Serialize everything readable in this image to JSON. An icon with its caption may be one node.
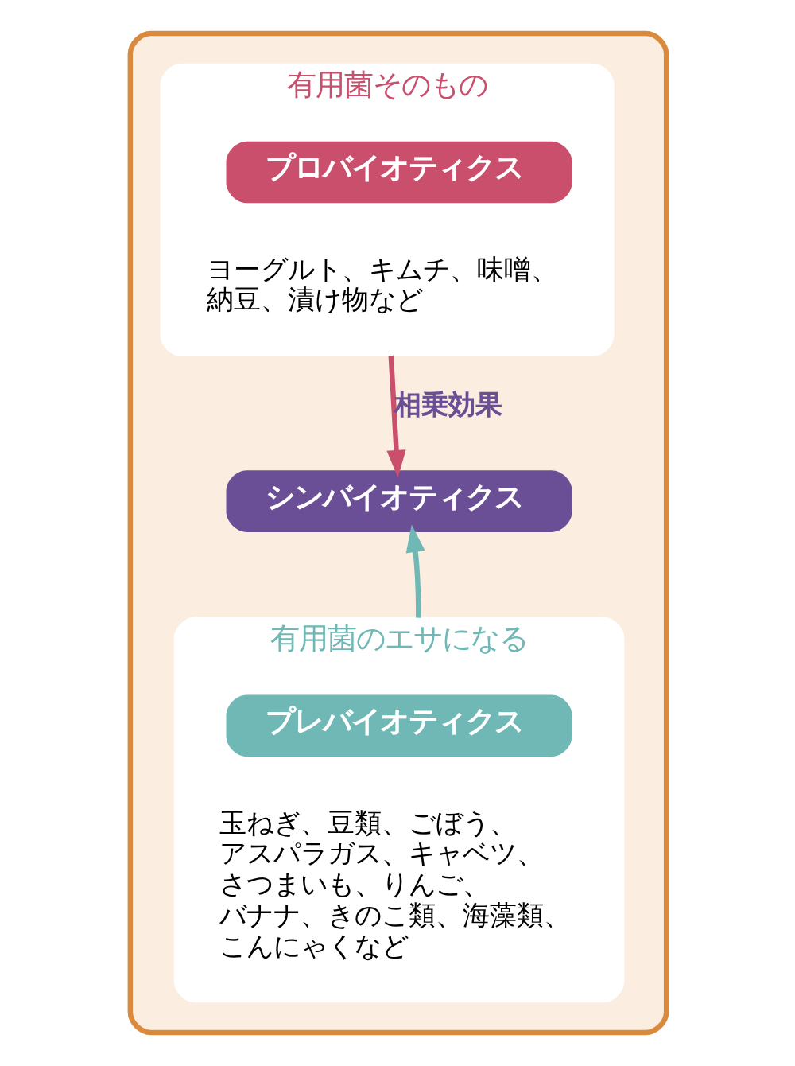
{
  "diagram": {
    "nodes": [
      {
        "text": [],
        "shape": "box"
      },
      {
        "text": [
          "有用菌そのもの",
          "ヨーグルト、キムチ、味噌、納豆、漬け物など"
        ],
        "in": 0
      },
      {
        "text": [
          "プロバイオティクス"
        ],
        "in": 1
      },
      {
        "text": [
          "シンバイオティクス"
        ],
        "in": 0
      },
      {
        "text": [
          "有用菌のエサになる",
          "玉ねぎ、豆類、ごぼう、アスパラガス、キャベツ、さつまいも、りんご、バナナ、きのこ類、海藻類、こんにゃくなど"
        ],
        "in": 0
      },
      {
        "text": [
          "プレバイオティクス"
        ],
        "in": 4
      }
    ],
    "edges": [
      {
        "from": 1,
        "to": 3,
        "arrow": "to",
        "color": "#c94f6d",
        "label": "相乗効果"
      },
      {
        "from": 4,
        "to": 3,
        "arrow": "to",
        "color": "#6fb8b5"
      }
    ]
  }
}
